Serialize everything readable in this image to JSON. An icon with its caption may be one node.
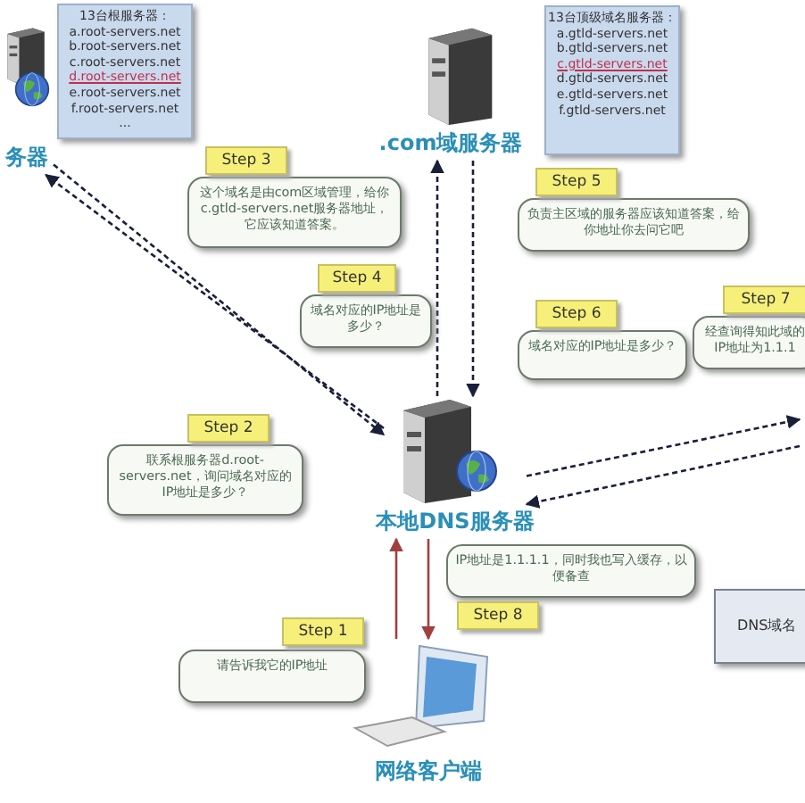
{
  "diagram": {
    "nodes": [
      {
        "text": [
          "务器"
        ]
      },
      {
        "text": [
          "13台根服务器：",
          "a.root-servers.net",
          "b.root-servers.net",
          "c.root-servers.net",
          "d.root-servers.net",
          "e.root-servers.net",
          "f.root-servers.net",
          "..."
        ]
      },
      {
        "text": [
          ".com域服务器"
        ]
      },
      {
        "text": [
          "13台顶级域名服务器：",
          "a.gtld-servers.net",
          "b.gtld-servers.net",
          "c.gtld-servers.net",
          "d.gtld-servers.net",
          "e.gtld-servers.net",
          "f.gtld-servers.net"
        ]
      },
      {
        "text": [
          "Step 3",
          "这个域名是由com区域管理，给你c.gtld-servers.net服务器地址，它应该知道答案。"
        ]
      },
      {
        "text": [
          "Step 5",
          "负责主区域的服务器应该知道答案，给你地址你去问它吧"
        ]
      },
      {
        "text": [
          "Step 4",
          "域名对应的IP地址是多少？"
        ]
      },
      {
        "text": [
          "Step 6",
          "域名对应的IP地址是多少？"
        ]
      },
      {
        "text": [
          "Step 7",
          "经查询得知此域的IP地址为1.1.1"
        ]
      },
      {
        "text": [
          "Step 2",
          "联系根服务器d.root-servers.net，询问域名对应的IP地址是多少？"
        ]
      },
      {
        "text": [
          "本地DNS服务器"
        ]
      },
      {
        "text": [
          "IP地址是1.1.1.1，同时我也写入缓存，以便备查",
          "Step 8"
        ]
      },
      {
        "text": [
          "Step 1",
          "请告诉我它的IP地址"
        ]
      },
      {
        "text": [
          "DNS域名"
        ]
      },
      {
        "text": [
          "网络客户端"
        ]
      }
    ],
    "edges": [
      {
        "from": 14,
        "to": 10,
        "arrow": "to",
        "color": "#a04040"
      },
      {
        "from": 10,
        "to": 14,
        "arrow": "to",
        "color": "#a04040"
      },
      {
        "from": 10,
        "to": 0,
        "arrow": "to",
        "style": "dashed"
      },
      {
        "from": 0,
        "to": 10,
        "arrow": "to",
        "style": "dashed"
      },
      {
        "from": 10,
        "to": 2,
        "arrow": "to",
        "style": "dashed"
      },
      {
        "from": 2,
        "to": 10,
        "arrow": "to",
        "style": "dashed"
      },
      {
        "from": 10,
        "to": null,
        "arrow": "to",
        "style": "dashed"
      },
      {
        "from": null,
        "to": 10,
        "arrow": "to",
        "style": "dashed"
      }
    ]
  }
}
